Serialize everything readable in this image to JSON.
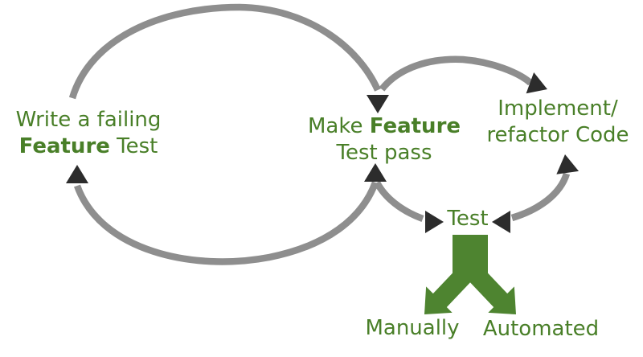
{
  "diagram": {
    "colors": {
      "background": "#ffffff",
      "text_green": "#497f28",
      "arrow_green": "#4e8430",
      "arc_gray": "#8e8e8e",
      "arrowhead_dark": "#2c2c2c"
    },
    "nodes": {
      "write_failing_feature_test": {
        "line1": "Write a failing",
        "line2_bold": "Feature",
        "line2_rest": " Test"
      },
      "make_feature_test_pass": {
        "line1_pre": "Make ",
        "line1_bold": "Feature",
        "line2": "Test pass"
      },
      "implement_refactor_code": {
        "line1": "Implement/",
        "line2": "refactor Code"
      },
      "test": {
        "label": "Test"
      },
      "manually": {
        "label": "Manually"
      },
      "automated": {
        "label": "Automated"
      }
    },
    "edges": [
      {
        "from": "write_failing_feature_test",
        "to": "make_feature_test_pass",
        "path": "outer-loop-top-arc"
      },
      {
        "from": "make_feature_test_pass",
        "to": "write_failing_feature_test",
        "path": "outer-loop-bottom-arc"
      },
      {
        "from": "make_feature_test_pass",
        "to": "implement_refactor_code",
        "path": "inner-loop-top-arc"
      },
      {
        "from": "implement_refactor_code",
        "to": "test",
        "path": "inner-loop-right-arc",
        "bidirectional": true
      },
      {
        "from": "test",
        "to": "make_feature_test_pass",
        "path": "inner-loop-left-arc",
        "bidirectional": true
      },
      {
        "from": "test",
        "to": "manually",
        "path": "green-split-arrow-left"
      },
      {
        "from": "test",
        "to": "automated",
        "path": "green-split-arrow-right"
      }
    ]
  }
}
